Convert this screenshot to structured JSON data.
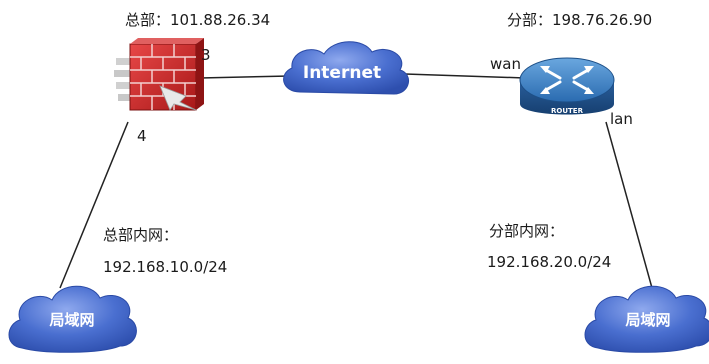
{
  "nodes": {
    "hq_firewall": {
      "title": "总部：101.88.26.34",
      "port_internet": "3",
      "port_lan": "4"
    },
    "internet": {
      "label": "Internet"
    },
    "branch_router": {
      "title": "分部：198.76.26.90",
      "badge": "ROUTER",
      "port_wan": "wan",
      "port_lan": "lan"
    },
    "hq_lan": {
      "heading": "总部内网：",
      "subnet": "192.168.10.0/24",
      "cloud_label": "局域网"
    },
    "branch_lan": {
      "heading": "分部内网：",
      "subnet": "192.168.20.0/24",
      "cloud_label": "局域网"
    }
  },
  "colors": {
    "cloud_fill": "#3f65c8",
    "cloud_highlight": "#7d9ce6",
    "firewall_red": "#d62b2b",
    "router_blue": "#2d6fb3",
    "line": "#222222"
  },
  "icons": {
    "hq_device": "firewall-icon",
    "branch_device": "router-icon",
    "clouds": "cloud-icon"
  }
}
